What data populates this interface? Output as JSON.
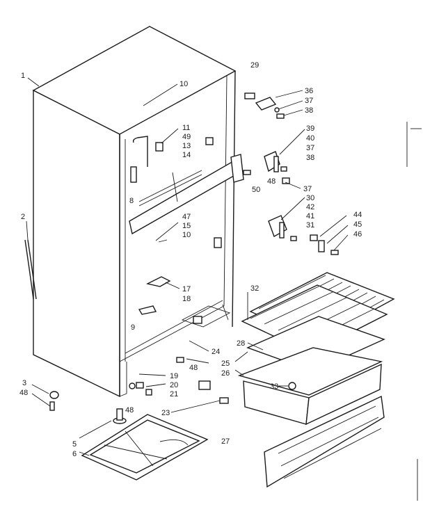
{
  "callouts": [
    "1",
    "2",
    "3",
    "48",
    "5",
    "6",
    "8",
    "9",
    "10",
    "11",
    "49",
    "13",
    "14",
    "47",
    "15",
    "10",
    "17",
    "18",
    "19",
    "20",
    "21",
    "23",
    "24",
    "48",
    "25",
    "26",
    "27",
    "28",
    "29",
    "36",
    "37",
    "38",
    "39",
    "40",
    "37",
    "38",
    "48",
    "50",
    "37",
    "30",
    "42",
    "41",
    "31",
    "44",
    "45",
    "46",
    "32",
    "33",
    "48"
  ]
}
